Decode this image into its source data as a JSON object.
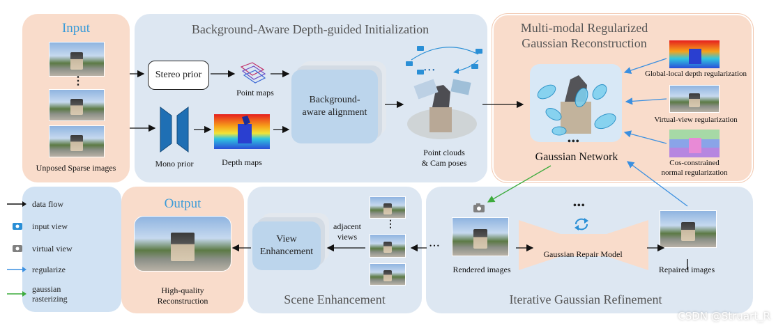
{
  "input": {
    "title": "Input",
    "caption": "Unposed Sparse images",
    "ellipsis": "⋮"
  },
  "init": {
    "title": "Background-Aware Depth-guided Initialization",
    "stereo_prior": "Stereo prior",
    "mono_prior": "Mono prior",
    "point_maps": "Point maps",
    "depth_maps": "Depth maps",
    "alignment": "Background-aware alignment",
    "clouds_caption": "Point clouds\n& Cam poses",
    "cam_dots": "• • •"
  },
  "regular": {
    "title": "Multi-modal Regularized\nGaussian Reconstruction",
    "network": "Gaussian Network",
    "dots": "•••",
    "depth_reg": "Global-local depth regularization",
    "virtual_reg": "Virtual-view regularization",
    "normal_reg": "Cos-constrained\nnormal regularization"
  },
  "legend": {
    "items": [
      {
        "label": "data flow",
        "kind": "arrow-black"
      },
      {
        "label": "input view",
        "kind": "cam-blue"
      },
      {
        "label": "virtual view",
        "kind": "cam-grey"
      },
      {
        "label": "regularize",
        "kind": "arrow-blue"
      },
      {
        "label": "gaussian\nrasterizing",
        "kind": "arrow-green"
      }
    ]
  },
  "output": {
    "title": "Output",
    "caption": "High-quality\nReconstruction"
  },
  "scene": {
    "title": "Scene Enhancement",
    "view_enh": "View\nEnhancement",
    "adjacent": "adjacent\nviews",
    "dots": "• • •",
    "vdots": "⋮"
  },
  "iter": {
    "title": "Iterative Gaussian Refinement",
    "rendered": "Rendered images",
    "repaired": "Repaired images",
    "model": "Gaussian Repair Model",
    "dots": "•••"
  },
  "colors": {
    "peach": "#f9dccb",
    "panel_blue": "#dde7f2",
    "accent_blue": "#3a9bd8",
    "arrow_green": "#3cab3c",
    "arrow_blue": "#3a8fe0"
  },
  "watermark": "CSDN @Struart_R"
}
